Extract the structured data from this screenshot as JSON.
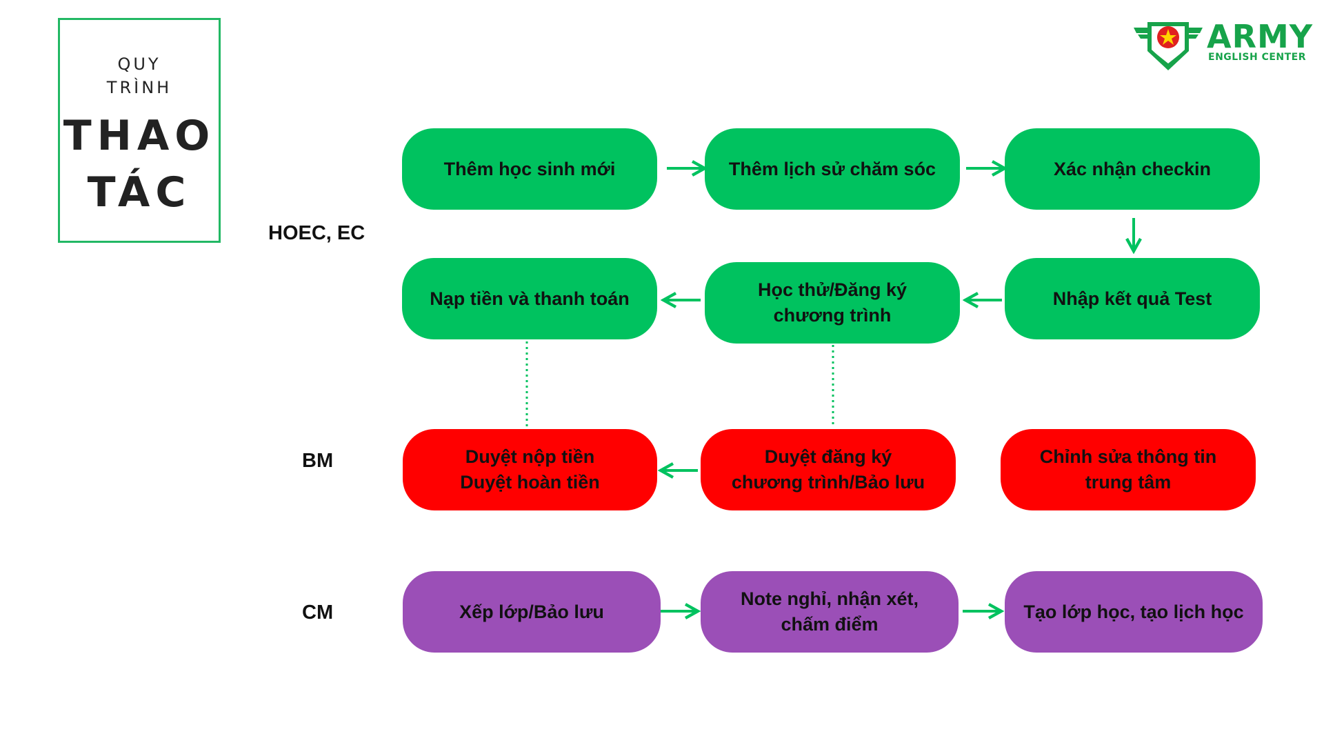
{
  "title": {
    "line1": "QUY",
    "line2": "TRÌNH",
    "line3": "THAO",
    "line4": "TÁC"
  },
  "logo": {
    "name": "ARMY",
    "sub": "ENGLISH CENTER"
  },
  "rows": {
    "hoec": "HOEC, EC",
    "bm": "BM",
    "cm": "CM"
  },
  "colors": {
    "green": "#00c25f",
    "red": "#ff0000",
    "purple": "#9b4fb7",
    "connector": "#00c25f"
  },
  "nodes": {
    "n1": "Thêm học sinh mới",
    "n2": "Thêm lịch sử chăm sóc",
    "n3": "Xác nhận checkin",
    "n4": "Nhập kết quả Test",
    "n5": "Học thử/Đăng ký\nchương trình",
    "n6": "Nạp tiền và thanh toán",
    "b1": "Duyệt nộp tiền\nDuyệt hoàn tiền",
    "b2": "Duyệt đăng ký\nchương trình/Bảo lưu",
    "b3": "Chỉnh sửa thông tin\ntrung tâm",
    "c1": "Xếp lớp/Bảo lưu",
    "c2": "Note nghỉ, nhận xét,\nchấm điểm",
    "c3": "Tạo lớp học, tạo lịch học"
  }
}
